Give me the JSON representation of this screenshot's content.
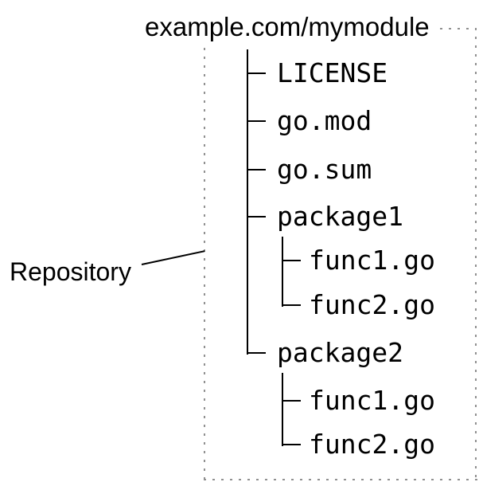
{
  "diagram": {
    "title": "example.com/mymodule",
    "annotation": {
      "label": "Repository"
    },
    "tree": {
      "items": [
        {
          "label": "LICENSE",
          "level": 1
        },
        {
          "label": "go.mod",
          "level": 1
        },
        {
          "label": "go.sum",
          "level": 1
        },
        {
          "label": "package1",
          "level": 1
        },
        {
          "label": "func1.go",
          "level": 2
        },
        {
          "label": "func2.go",
          "level": 2
        },
        {
          "label": "package2",
          "level": 1
        },
        {
          "label": "func1.go",
          "level": 2
        },
        {
          "label": "func2.go",
          "level": 2
        }
      ]
    },
    "colors": {
      "text": "#000000",
      "connector_line": "#000000",
      "dotted_border": "#909090",
      "background": "#ffffff"
    }
  }
}
